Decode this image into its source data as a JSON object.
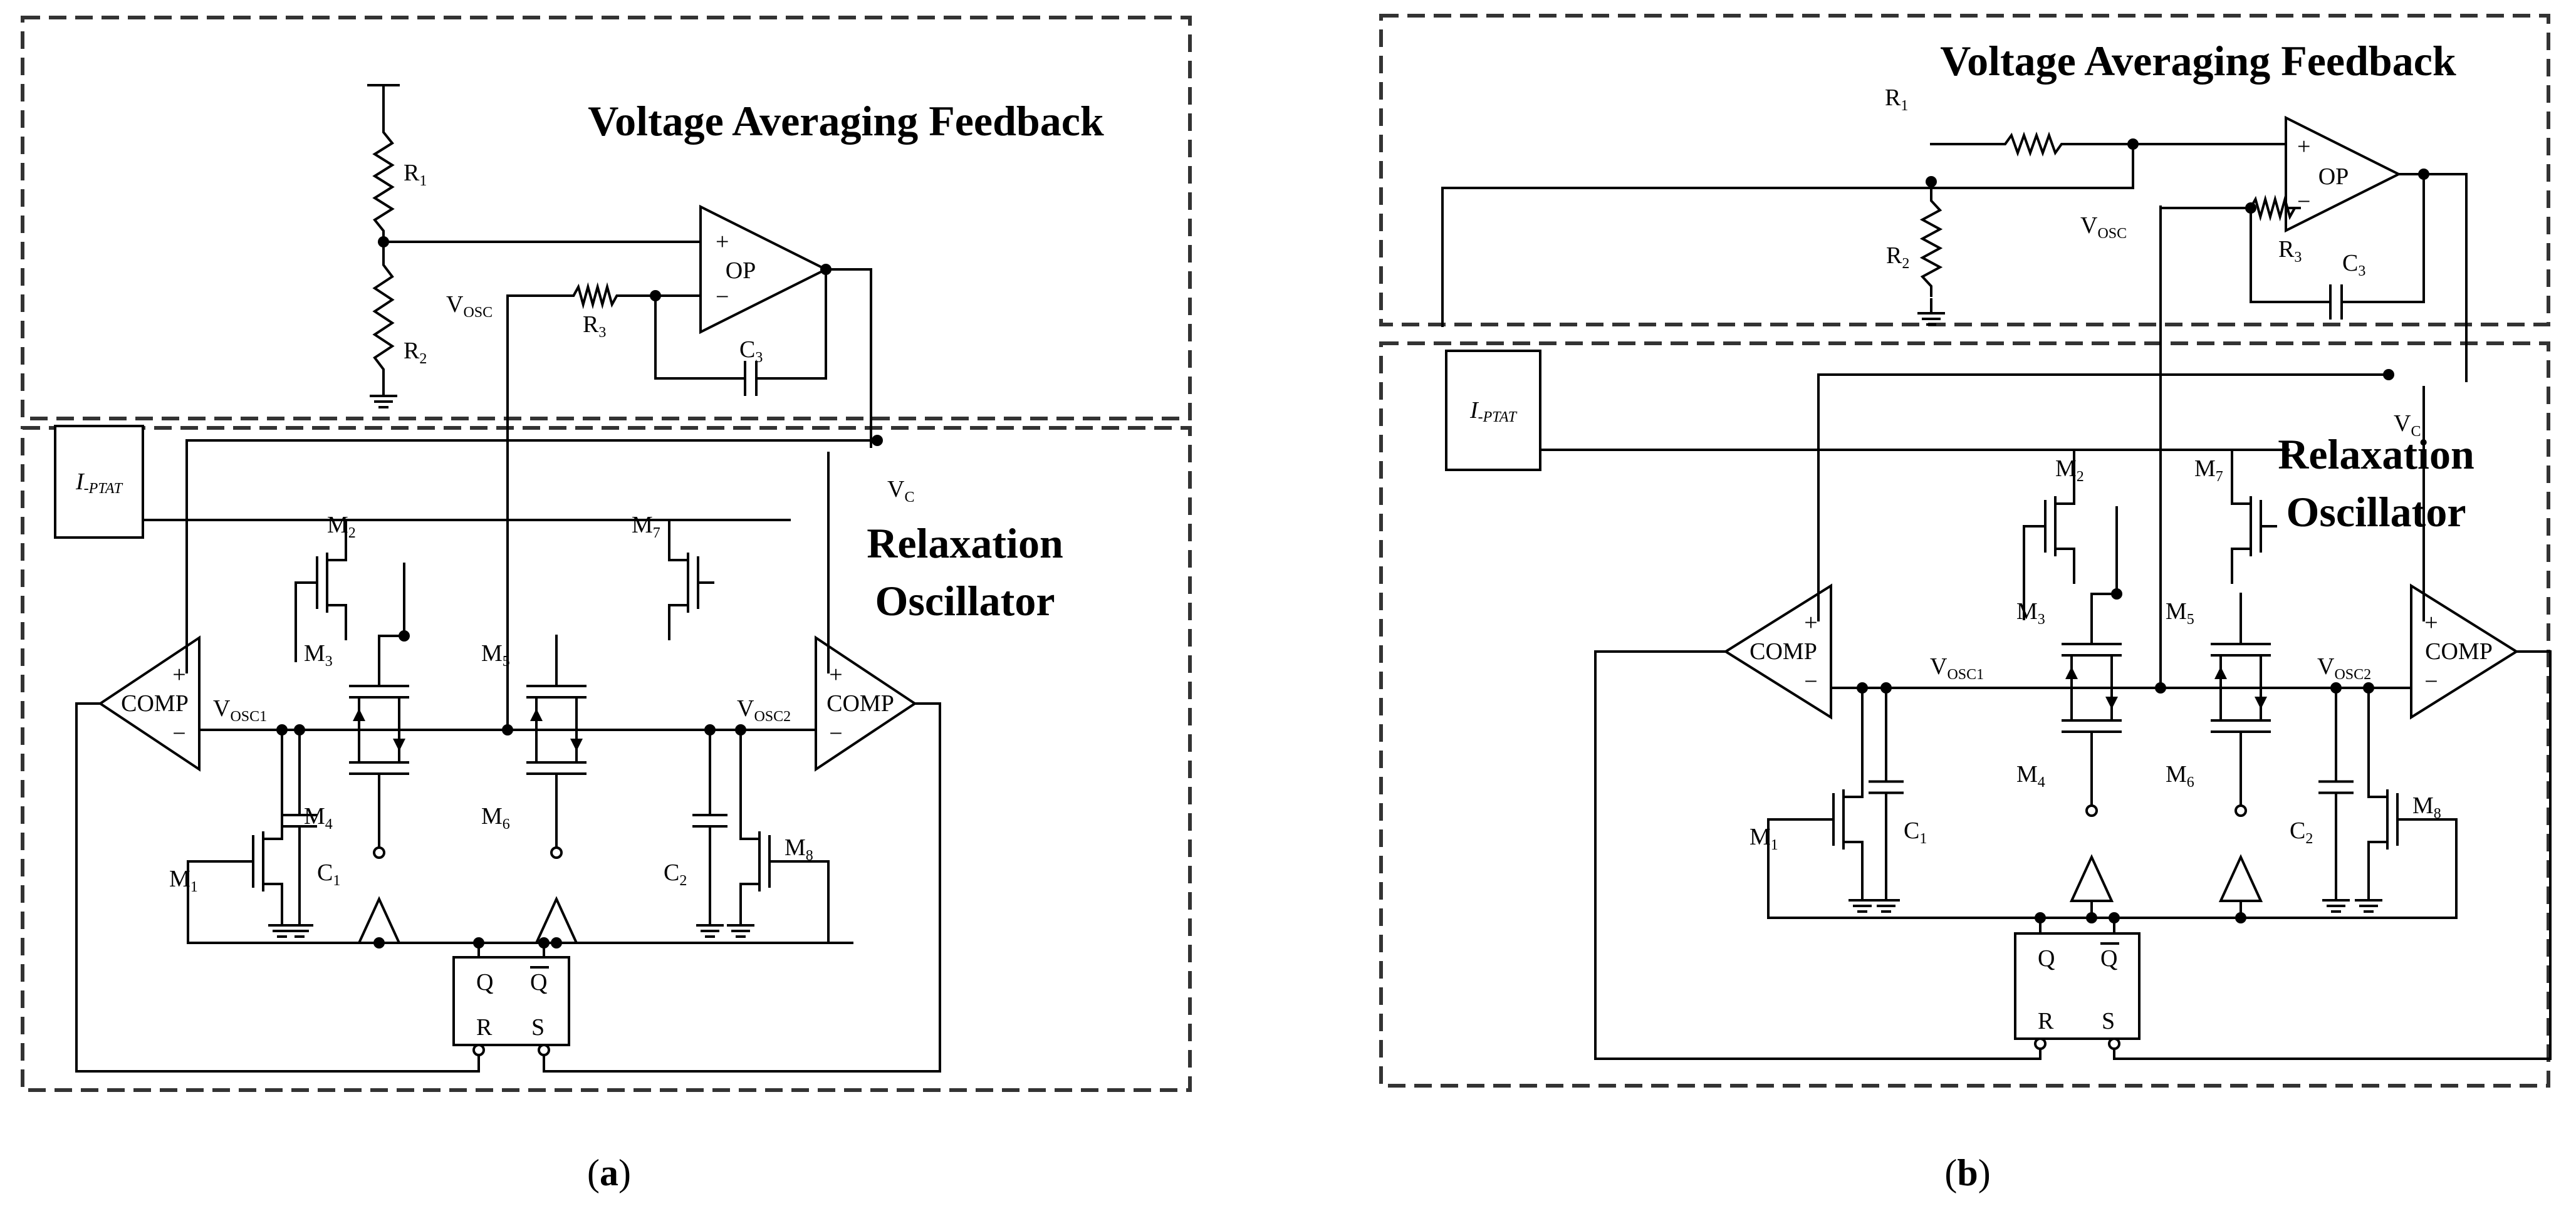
{
  "panels": [
    {
      "id": "a",
      "caption": "a",
      "feedback_title": "Voltage Averaging Feedback",
      "oscillator_title_line1": "Relaxation",
      "oscillator_title_line2": "Oscillator",
      "current_source": {
        "main": "I",
        "sub": "-PTAT"
      },
      "labels": {
        "R1": "R",
        "R1s": "1",
        "R2": "R",
        "R2s": "2",
        "R3": "R",
        "R3s": "3",
        "C1": "C",
        "C1s": "1",
        "C2": "C",
        "C2s": "2",
        "C3": "C",
        "C3s": "3",
        "M1": "M",
        "M1s": "1",
        "M2": "M",
        "M2s": "2",
        "M3": "M",
        "M3s": "3",
        "M4": "M",
        "M4s": "4",
        "M5": "M",
        "M5s": "5",
        "M6": "M",
        "M6s": "6",
        "M7": "M",
        "M7s": "7",
        "M8": "M",
        "M8s": "8",
        "VOSC": "V",
        "VOSCs": "OSC",
        "VOSC1": "V",
        "VOSC1s": "OSC1",
        "VOSC2": "V",
        "VOSC2s": "OSC2",
        "VC": "V",
        "VCs": "C",
        "OP": "OP",
        "COMP": "COMP",
        "plus": "+",
        "minus": "−",
        "Q": "Q",
        "Qbar": "Q",
        "R": "R",
        "S": "S"
      }
    },
    {
      "id": "b",
      "caption": "b",
      "feedback_title": "Voltage Averaging Feedback",
      "oscillator_title_line1": "Relaxation",
      "oscillator_title_line2": "Oscillator",
      "current_source": {
        "main": "I",
        "sub": "-PTAT"
      },
      "labels": {
        "R1": "R",
        "R1s": "1",
        "R2": "R",
        "R2s": "2",
        "R3": "R",
        "R3s": "3",
        "C1": "C",
        "C1s": "1",
        "C2": "C",
        "C2s": "2",
        "C3": "C",
        "C3s": "3",
        "M1": "M",
        "M1s": "1",
        "M2": "M",
        "M2s": "2",
        "M3": "M",
        "M3s": "3",
        "M4": "M",
        "M4s": "4",
        "M5": "M",
        "M5s": "5",
        "M6": "M",
        "M6s": "6",
        "M7": "M",
        "M7s": "7",
        "M8": "M",
        "M8s": "8",
        "VOSC": "V",
        "VOSCs": "OSC",
        "VOSC1": "V",
        "VOSC1s": "OSC1",
        "VOSC2": "V",
        "VOSC2s": "OSC2",
        "VC": "V",
        "VCs": "C",
        "OP": "OP",
        "COMP": "COMP",
        "plus": "+",
        "minus": "−",
        "Q": "Q",
        "Qbar": "Q",
        "R": "R",
        "S": "S"
      }
    }
  ]
}
